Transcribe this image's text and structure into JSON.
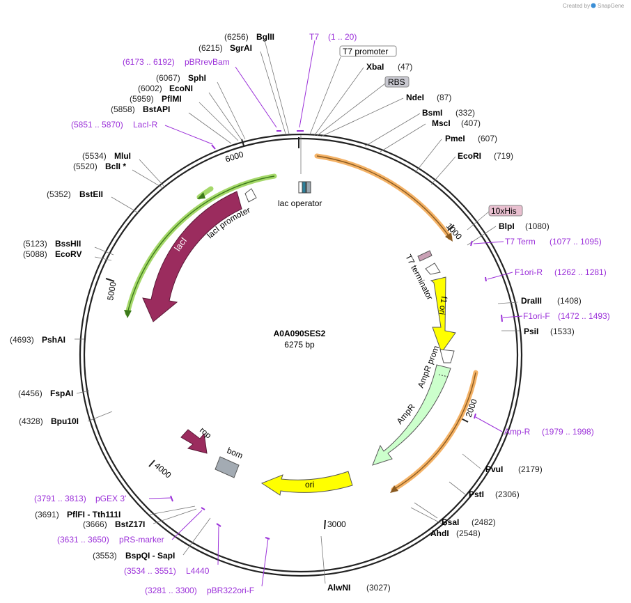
{
  "credit": {
    "prefix": "Created by",
    "brand": "SnapGene"
  },
  "plasmid": {
    "name": "A0A090SES2",
    "size": "6275 bp"
  },
  "ticks": [
    "1000",
    "2000",
    "3000",
    "4000",
    "5000",
    "6000"
  ],
  "sites": [
    {
      "name": "BglII",
      "pos": "(6256)"
    },
    {
      "name": "SgrAI",
      "pos": "(6215)"
    },
    {
      "name": "SphI",
      "pos": "(6067)"
    },
    {
      "name": "EcoNI",
      "pos": "(6002)"
    },
    {
      "name": "PflMI",
      "pos": "(5959)"
    },
    {
      "name": "BstAPI",
      "pos": "(5858)"
    },
    {
      "name": "MluI",
      "pos": "(5534)"
    },
    {
      "name": "BclI *",
      "pos": "(5520)"
    },
    {
      "name": "BstEII",
      "pos": "(5352)"
    },
    {
      "name": "BssHII",
      "pos": "(5123)"
    },
    {
      "name": "EcoRV",
      "pos": "(5088)"
    },
    {
      "name": "PshAI",
      "pos": "(4693)"
    },
    {
      "name": "FspAI",
      "pos": "(4456)"
    },
    {
      "name": "Bpu10I",
      "pos": "(4328)"
    },
    {
      "name": "PflFI - Tth111I",
      "pos": "(3691)"
    },
    {
      "name": "BstZ17I",
      "pos": "(3666)"
    },
    {
      "name": "BspQI - SapI",
      "pos": "(3553)"
    },
    {
      "name": "AlwNI",
      "pos": "(3027)"
    },
    {
      "name": "AhdI",
      "pos": "(2548)"
    },
    {
      "name": "BsaI",
      "pos": "(2482)"
    },
    {
      "name": "PstI",
      "pos": "(2306)"
    },
    {
      "name": "PvuI",
      "pos": "(2179)"
    },
    {
      "name": "PsiI",
      "pos": "(1533)"
    },
    {
      "name": "DraIII",
      "pos": "(1408)"
    },
    {
      "name": "BlpI",
      "pos": "(1080)"
    },
    {
      "name": "EcoRI",
      "pos": "(719)"
    },
    {
      "name": "PmeI",
      "pos": "(607)"
    },
    {
      "name": "MscI",
      "pos": "(407)"
    },
    {
      "name": "BsmI",
      "pos": "(332)"
    },
    {
      "name": "NdeI",
      "pos": "(87)"
    },
    {
      "name": "XbaI",
      "pos": "(47)"
    }
  ],
  "primers": [
    {
      "name": "T7",
      "range": "(1 .. 20)"
    },
    {
      "name": "pBRrevBam",
      "range": "(6173 .. 6192)"
    },
    {
      "name": "LacI-R",
      "range": "(5851 .. 5870)"
    },
    {
      "name": "T7 Term",
      "range": "(1077 .. 1095)"
    },
    {
      "name": "F1ori-R",
      "range": "(1262 .. 1281)"
    },
    {
      "name": "F1ori-F",
      "range": "(1472 .. 1493)"
    },
    {
      "name": "Amp-R",
      "range": "(1979 .. 1998)"
    },
    {
      "name": "pGEX 3'",
      "range": "(3791 .. 3813)"
    },
    {
      "name": "pRS-marker",
      "range": "(3631 .. 3650)"
    },
    {
      "name": "L4440",
      "range": "(3534 .. 3551)"
    },
    {
      "name": "pBR322ori-F",
      "range": "(3281 .. 3300)"
    }
  ],
  "boxed": {
    "t7_promoter": "T7 promoter",
    "rbs": "RBS",
    "his": "10xHis"
  },
  "features": {
    "lac_operator": "lac operator",
    "laci_promoter": "lacI promoter",
    "laci": "lacI",
    "t7_terminator": "T7 terminator",
    "f1_ori": "f1 ori",
    "ampr_promoter": "AmpR promoter",
    "ampr": "AmpR",
    "ori": "ori",
    "rop": "rop",
    "bom": "bom"
  },
  "colors": {
    "backbone": "#222222",
    "laci": "#9b2c5e",
    "f1_ori": "#ffff00",
    "ori": "#ffff00",
    "ampr": "#ccffcc",
    "orf_orange": "#f4b266",
    "orf_green": "#6fb13a",
    "primer": "#9b30d9",
    "boxed_grey": "#c8c8d0",
    "his_pink": "#e8bfcf"
  }
}
